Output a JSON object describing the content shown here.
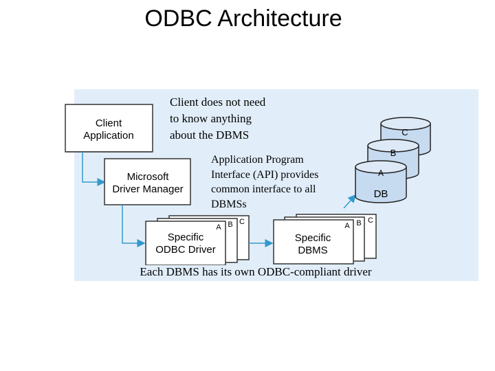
{
  "slide": {
    "title": "ODBC Architecture",
    "caption": "Each DBMS has its own ODBC-compliant driver"
  },
  "notes": {
    "client_note": "Client does not need\nto know anything\nabout the DBMS",
    "api_note": "Application Program\nInterface (API) provides\ncommon interface to all\nDBMSs"
  },
  "boxes": {
    "client_app": {
      "line1": "Client",
      "line2": "Application"
    },
    "driver_manager": {
      "line1": "Microsoft",
      "line2": "Driver Manager"
    },
    "odbc_driver": {
      "line1": "Specific",
      "line2": "ODBC Driver",
      "stack_labels": [
        "A",
        "B",
        "C"
      ]
    },
    "dbms": {
      "line1": "Specific",
      "line2": "DBMS",
      "stack_labels": [
        "A",
        "B",
        "C"
      ]
    }
  },
  "databases": {
    "labels": [
      "C",
      "B",
      "A"
    ],
    "front_label": "DB"
  },
  "colors": {
    "panel_bg": "#e1eefa",
    "connector": "#3399cc",
    "box_border": "#333333",
    "db_fill": "#c6daf0"
  }
}
